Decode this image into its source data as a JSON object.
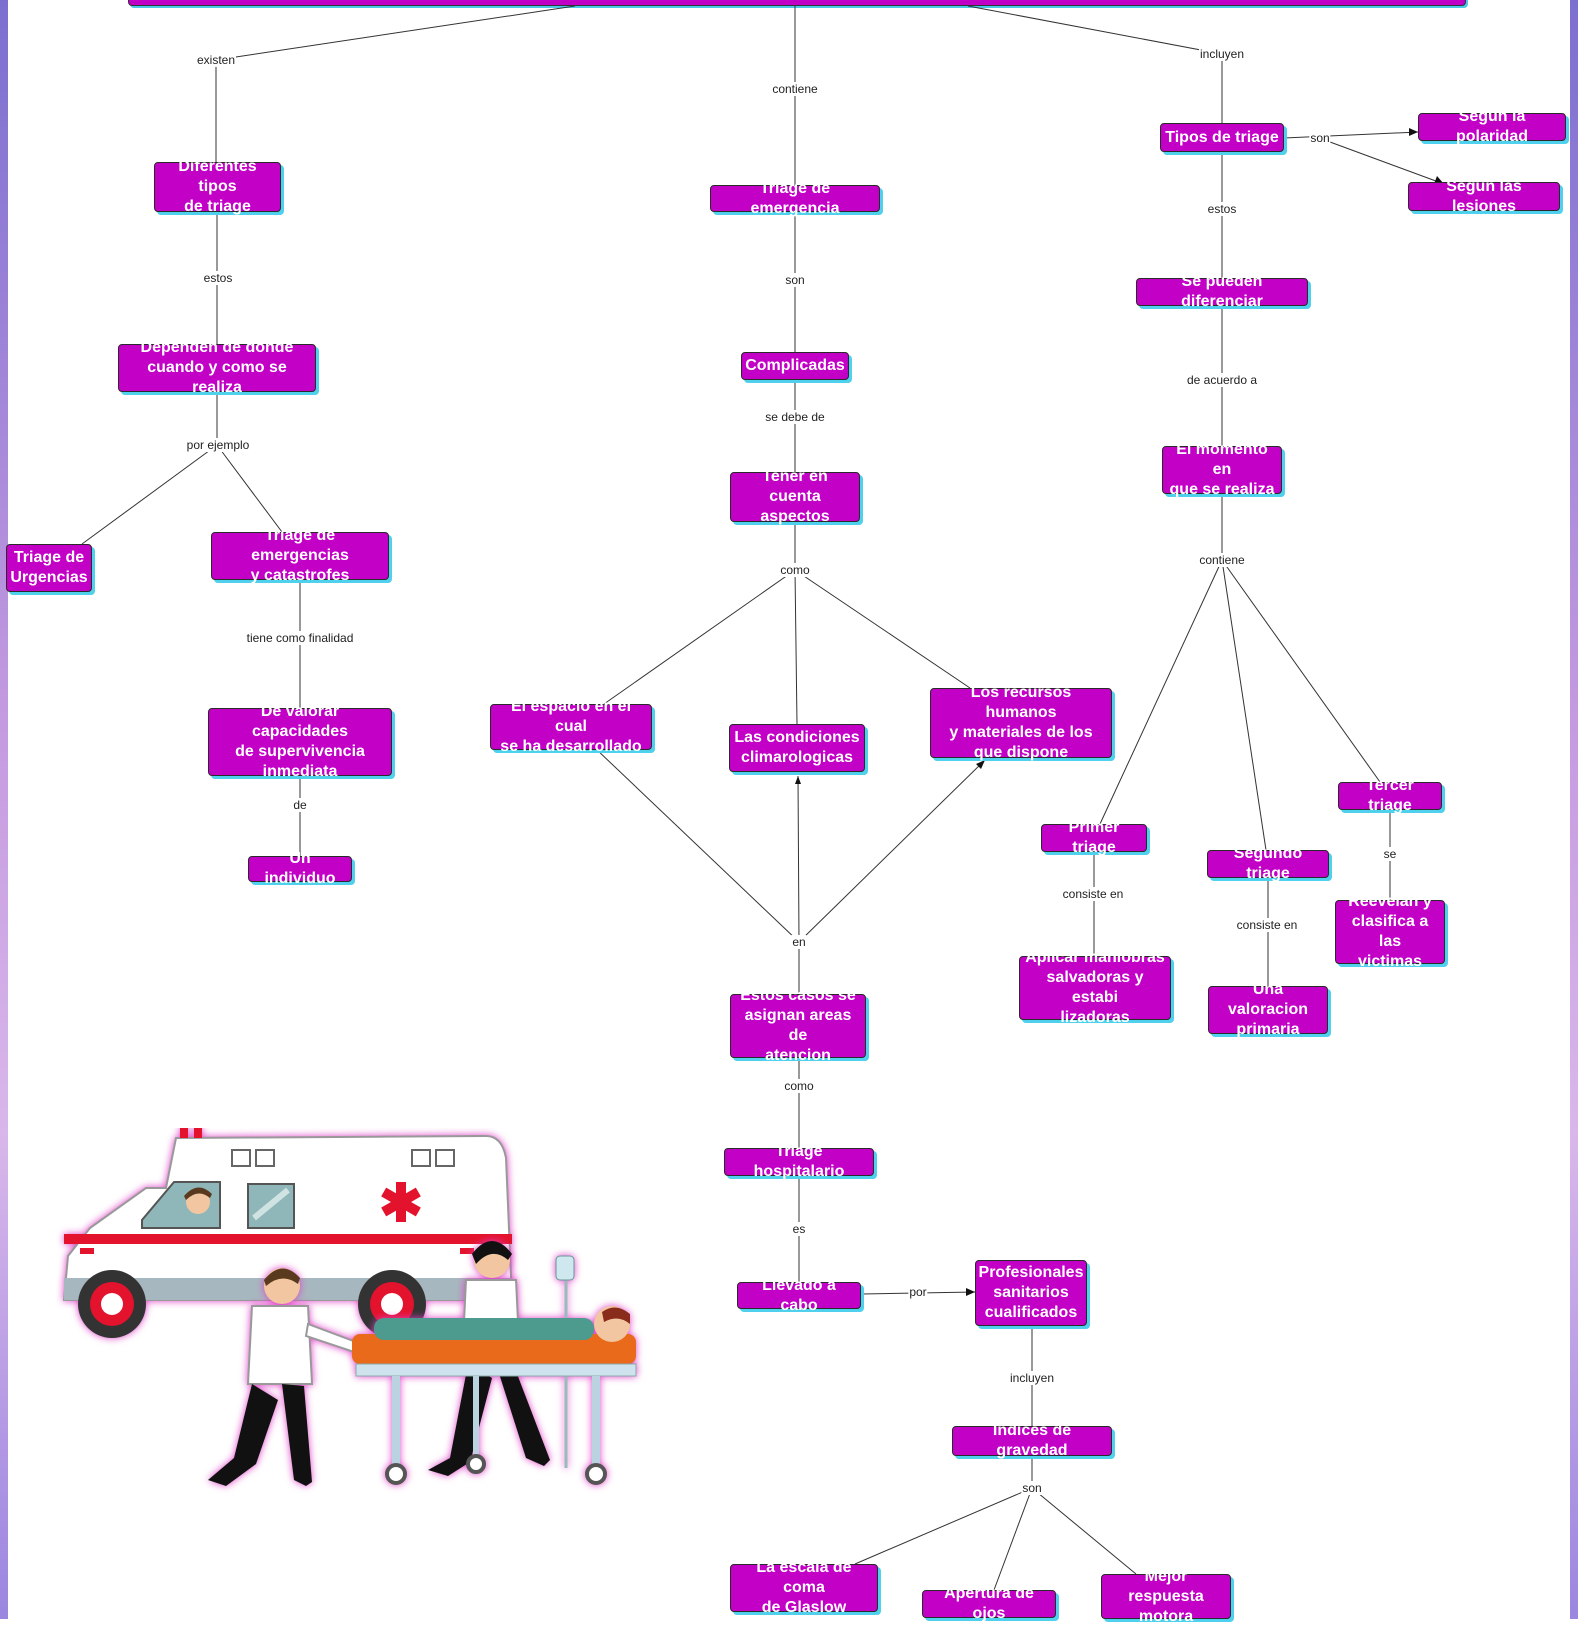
{
  "nodes": {
    "diferentes_tipos": "Diferentes tipos\nde triage",
    "dependen": "Dependen de donde\ncuando y como se realiza",
    "urgencias": "Triage de\nUrgencias",
    "emergencias_catastrofes": "Triage de emergencias\ny catastrofes",
    "valorar": "De valorar capacidades\nde supervivencia\ninmediata",
    "individuo": "Un individuo",
    "triage_emergencia": "Triage de emergencia",
    "complicadas": "Complicadas",
    "tener_en_cuenta": "Tener en cuenta\naspectos",
    "espacio": "El espacio en el cual\nse ha desarrollado",
    "condiciones": "Las condiciones\nclimarologicas",
    "recursos": "Los recursos humanos\ny materiales de los\nque dispone",
    "estos_casos": "Estos casos se\nasignan areas de\natencion",
    "hospitalario": "Triage hospitalario",
    "llevado": "Llevado a cabo",
    "profesionales": "Profesionales\nsanitarios\ncualificados",
    "indices": "Indices de gravedad",
    "glaslow": "La escala de coma\nde Glaslow",
    "apertura": "Apertura de ojos",
    "motora": "Mejor respuesta\nmotora",
    "tipos": "Tipos de triage",
    "polaridad": "Segun la polaridad",
    "lesiones": "Segun las lesiones",
    "diferenciar": "Se pueden diferenciar",
    "momento": "El momento en\nque se realiza",
    "primer": "Primer triage",
    "segundo": "Segundo triage",
    "tercer": "Tercer triage",
    "aplicar": "Aplicar maniobras\nsalvadoras y estabi\nlizadoras",
    "valoracion": "Una valoracion\nprimaria",
    "reevelan": "Reevelan y\nclasifica a las\nvictimas"
  },
  "labels": {
    "existen": "existen",
    "contiene_top": "contiene",
    "incluyen_top": "incluyen",
    "estos_left": "estos",
    "por_ejemplo": "por ejemplo",
    "tiene_como": "tiene como finalidad",
    "de": "de",
    "son_mid": "son",
    "se_debe_de": "se debe de",
    "como_mid": "como",
    "en": "en",
    "como_low": "como",
    "es": "es",
    "por": "por",
    "incluyen_low": "incluyen",
    "son_low": "son",
    "son_right": "son",
    "estos_right": "estos",
    "de_acuerdo": "de acuerdo a",
    "contiene_right": "contiene",
    "consiste1": "consiste en",
    "consiste2": "consiste en",
    "se": "se"
  },
  "colors": {
    "node_fill": "#c200c6",
    "node_shadow": "#4fd0ec",
    "line": "#333333"
  },
  "illustration": "ambulance-with-paramedics-and-stretcher"
}
